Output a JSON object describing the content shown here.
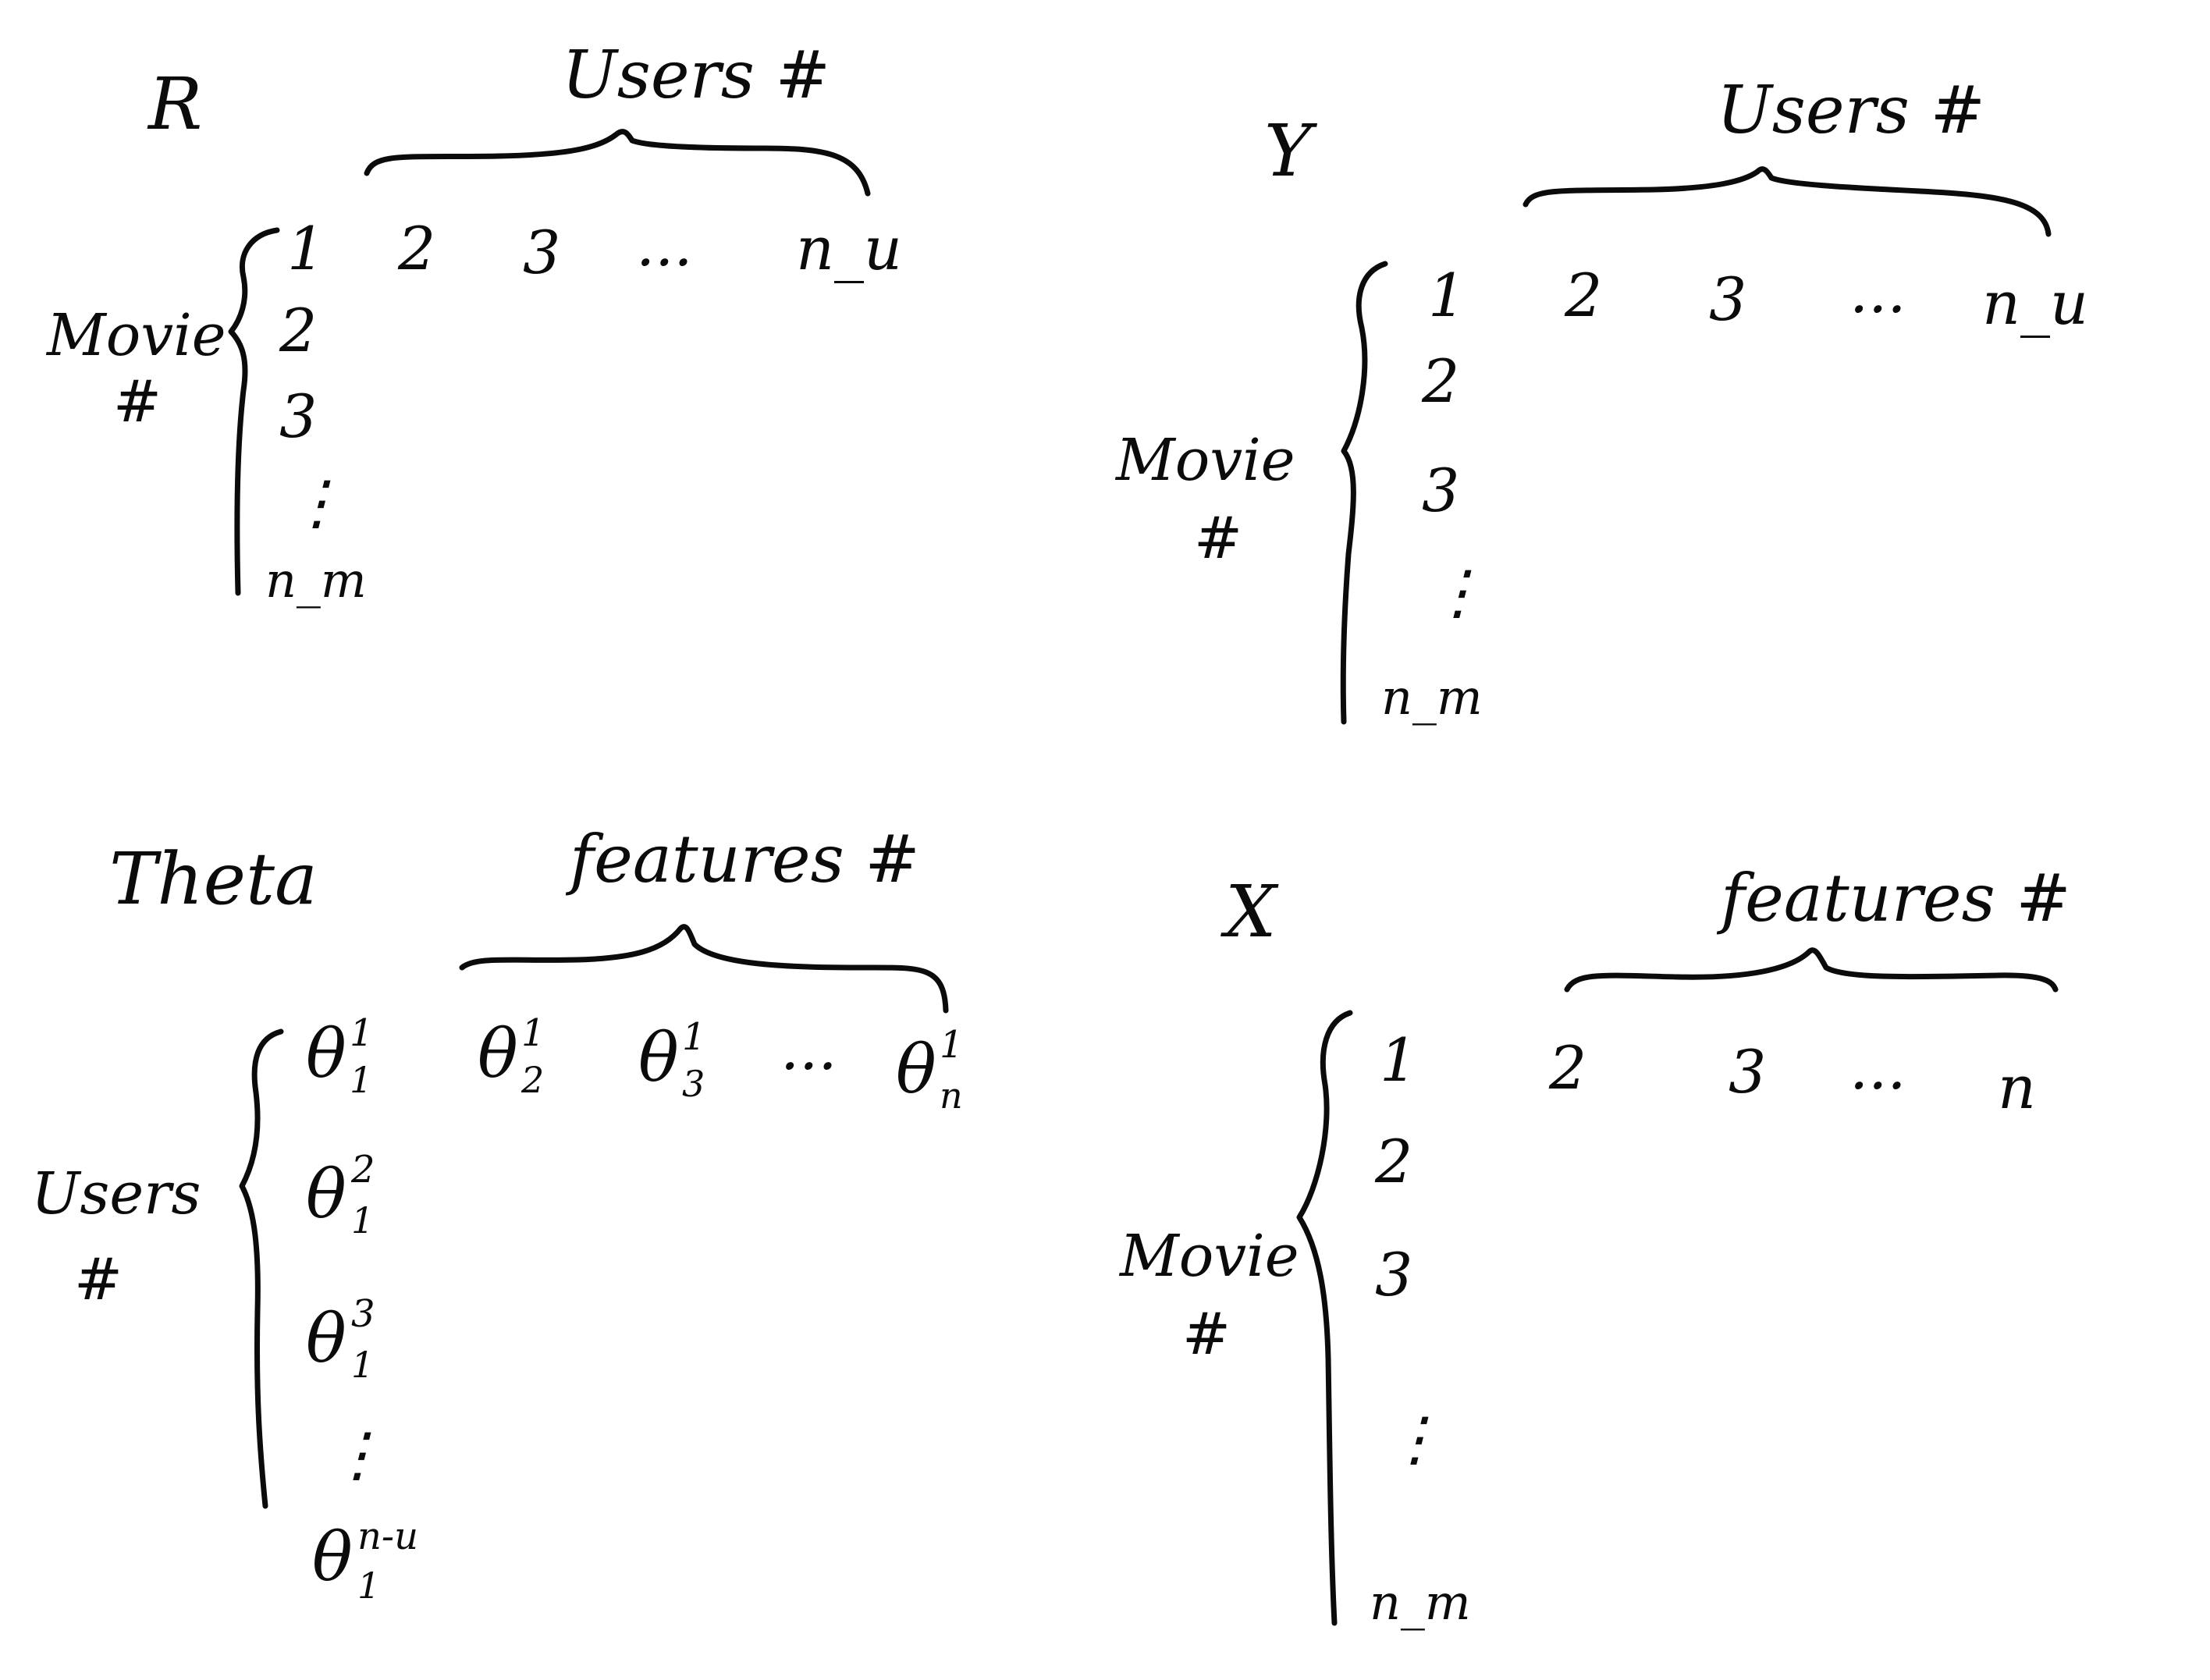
{
  "panels": {
    "r": {
      "title": "R",
      "top_label": "Users #",
      "side_label_1": "Movie",
      "side_label_2": "#",
      "columns": [
        "1",
        "2",
        "3",
        "...",
        "n_u"
      ],
      "rows": [
        "2",
        "3",
        "⋮",
        "n_m"
      ]
    },
    "y": {
      "title": "Y",
      "top_label": "Users #",
      "side_label_1": "Movie",
      "side_label_2": "#",
      "columns": [
        "1",
        "2",
        "3",
        "...",
        "n_u"
      ],
      "rows": [
        "2",
        "3",
        "⋮",
        "n_m"
      ]
    },
    "theta": {
      "title": "Theta",
      "top_label": "features #",
      "side_label_1": "Users",
      "side_label_2": "#",
      "columns": [
        {
          "base": "θ",
          "sup": "1",
          "sub": "1"
        },
        {
          "base": "θ",
          "sup": "1",
          "sub": "2"
        },
        {
          "base": "θ",
          "sup": "1",
          "sub": "3"
        },
        {
          "base": "...",
          "sup": "",
          "sub": ""
        },
        {
          "base": "θ",
          "sup": "1",
          "sub": "n"
        }
      ],
      "rows": [
        {
          "base": "θ",
          "sup": "2",
          "sub": "1"
        },
        {
          "base": "θ",
          "sup": "3",
          "sub": "1"
        },
        {
          "base": "⋮",
          "sup": "",
          "sub": ""
        },
        {
          "base": "θ",
          "sup": "n-u",
          "sub": "1"
        }
      ]
    },
    "x": {
      "title": "X",
      "top_label": "features #",
      "side_label_1": "Movie",
      "side_label_2": "#",
      "columns": [
        "1",
        "2",
        "3",
        "...",
        "n"
      ],
      "rows": [
        "2",
        "3",
        "⋮",
        "n_m"
      ]
    }
  }
}
